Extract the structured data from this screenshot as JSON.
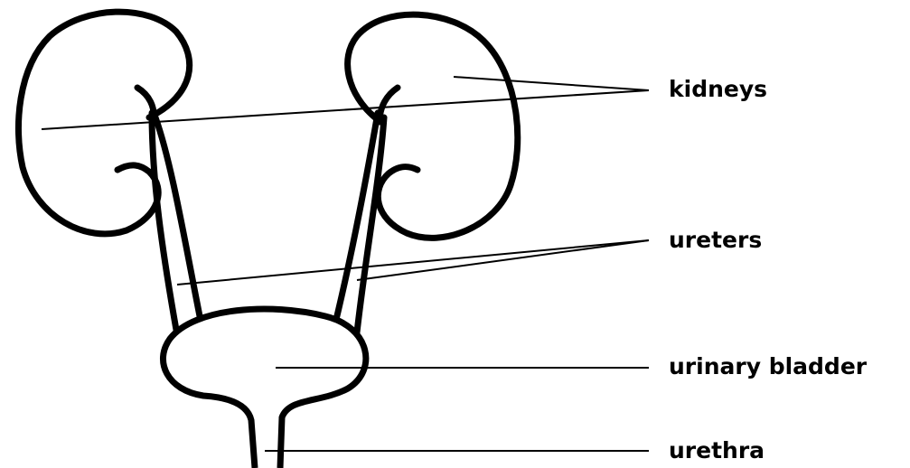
{
  "labels": {
    "kidneys": "kidneys",
    "ureters": "ureters",
    "bladder": "urinary bladder",
    "urethra": "urethra"
  },
  "colors": {
    "stroke": "#000000",
    "background": "#ffffff"
  }
}
